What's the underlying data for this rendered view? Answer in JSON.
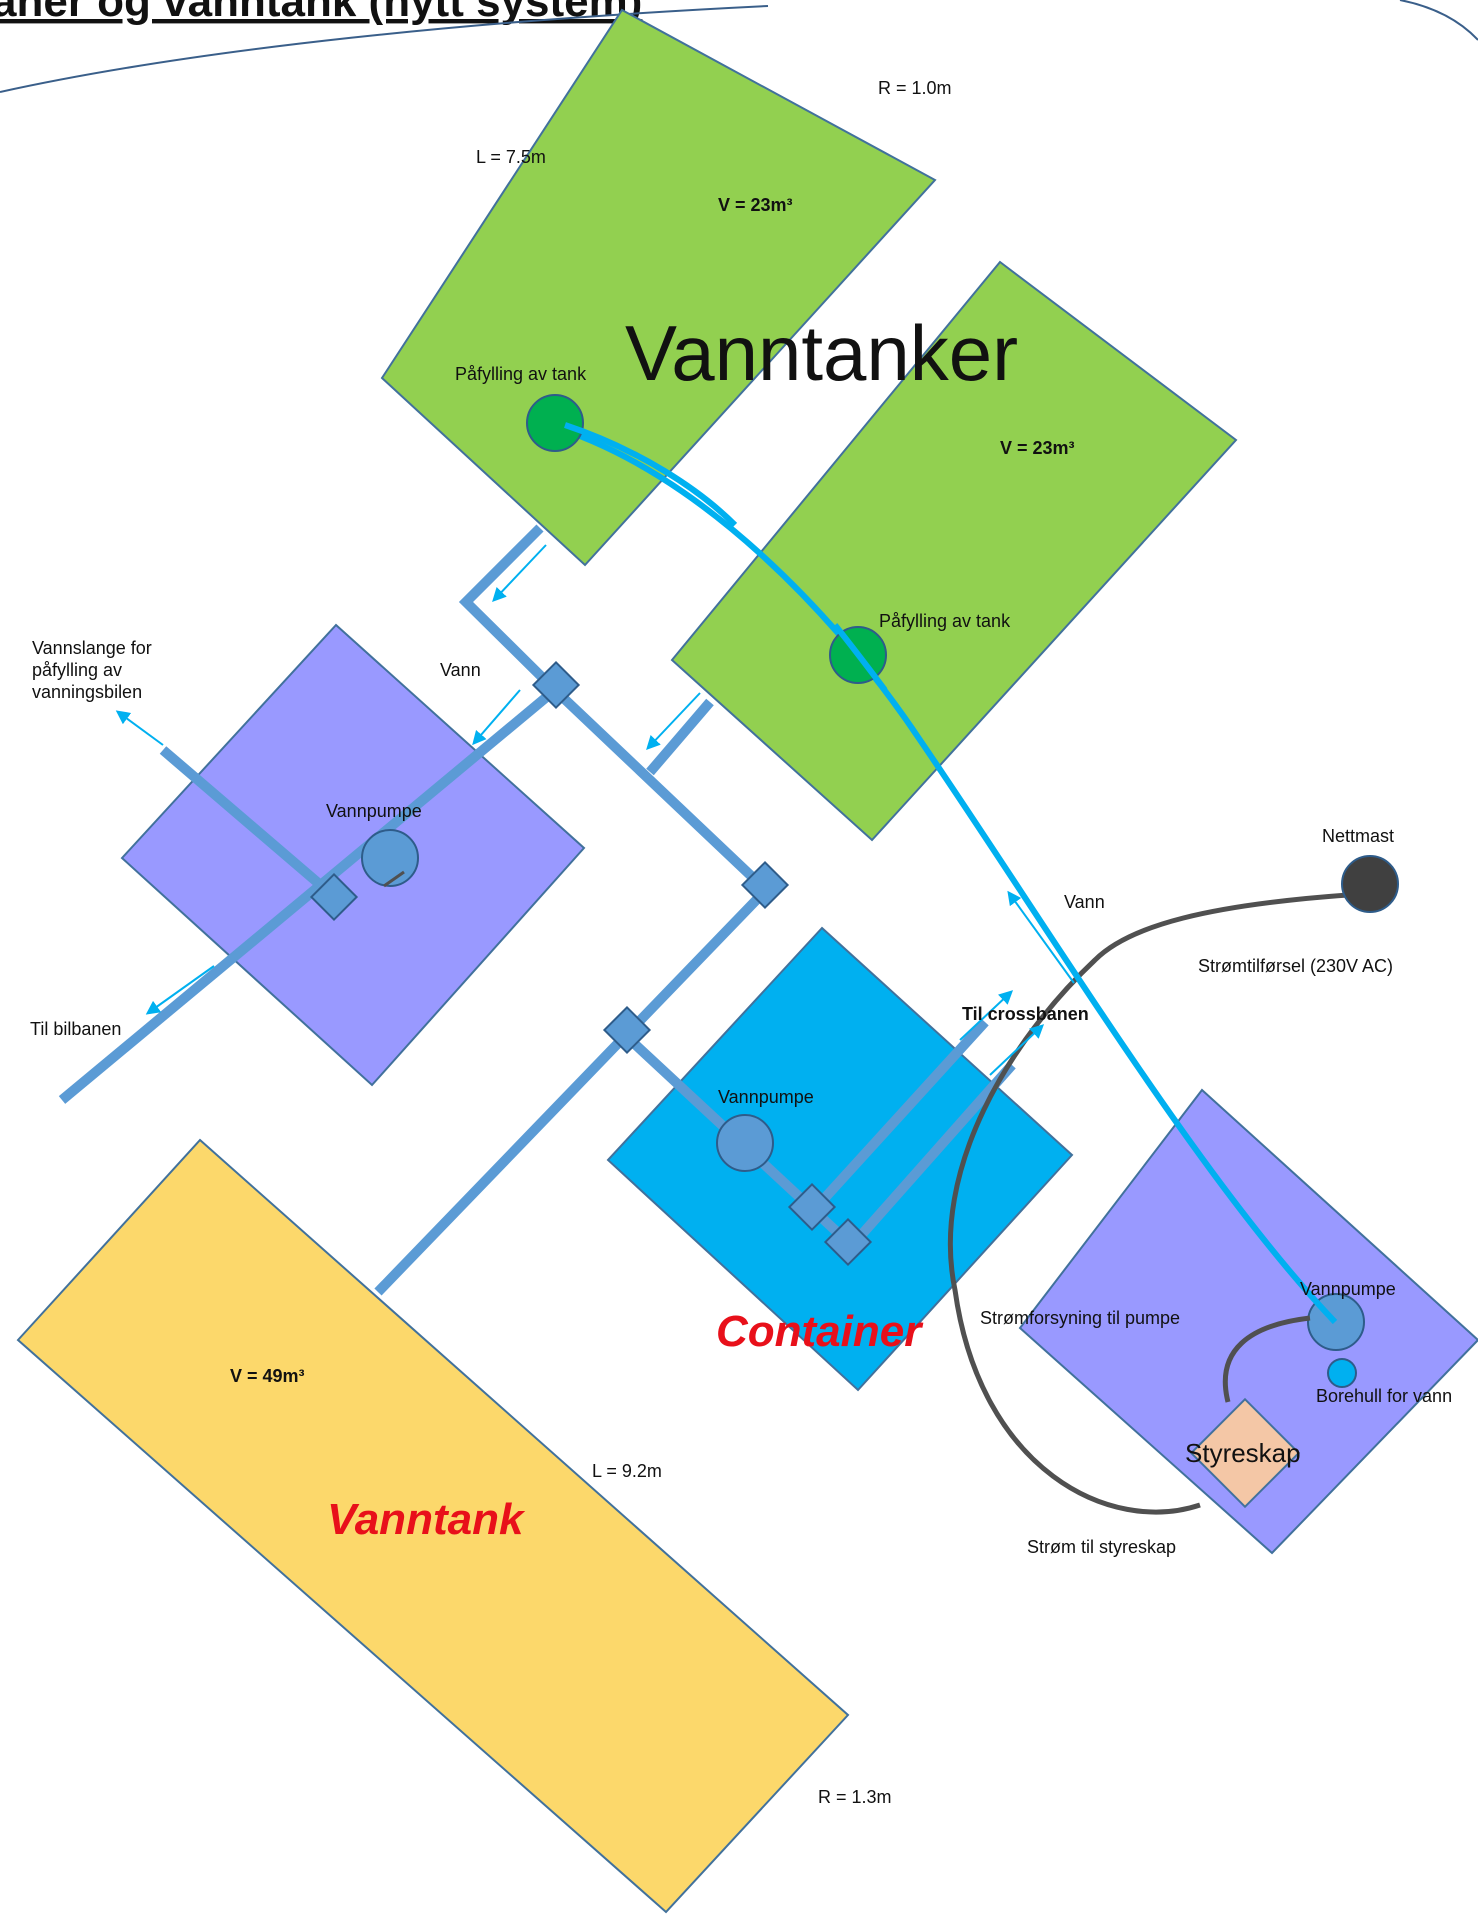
{
  "title": "aner og vanntank (nytt system)",
  "tanks": {
    "tank1": {
      "volume": "V = 23m³",
      "length": "L = 7.5m",
      "radius": "R = 1.0m",
      "fill_label": "Påfylling av tank"
    },
    "tank2": {
      "volume": "V = 23m³",
      "fill_label": "Påfylling av tank"
    },
    "group_label": "Vanntanker"
  },
  "big_tank": {
    "volume": "V = 49m³",
    "length": "L = 9.2m",
    "radius": "R = 1.3m",
    "label": "Vanntank"
  },
  "pump_left": {
    "label": "Vannpumpe",
    "hose_label_lines": [
      "Vannslange for",
      "påfylling av",
      "vanningsbilen"
    ],
    "out_label": "Til bilbanen",
    "water_label": "Vann"
  },
  "container": {
    "label": "Container",
    "pump_label": "Vannpumpe",
    "out_label": "Til crossbanen"
  },
  "pump_right": {
    "pump_label": "Vannpumpe",
    "borehole_label": "Borehull for vann",
    "cabinet_label": "Styreskap",
    "power_pump_label": "Strømforsyning til pumpe"
  },
  "power": {
    "mast_label": "Nettmast",
    "supply_label": "Strømtilførsel (230V AC)",
    "cabinet_power_label": "Strøm til styreskap",
    "water_label": "Vann"
  },
  "colors": {
    "green_tank": "#92d050",
    "purple_box": "#9999ff",
    "container": "#00b0f0",
    "yellow_tank": "#fcd86b",
    "pipe": "#5b9bd5",
    "water_line": "#00b0f0",
    "cable": "#505050",
    "cabinet": "#f4c7a6",
    "fill_point": "#00b050",
    "label_red": "#e8101a"
  }
}
